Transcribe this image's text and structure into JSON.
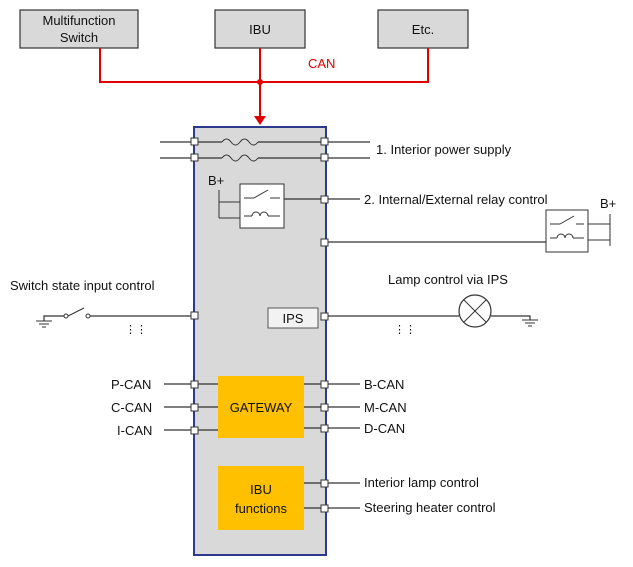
{
  "top_blocks": {
    "multifunction_line1": "Multifunction",
    "multifunction_line2": "Switch",
    "ibu": "IBU",
    "etc": "Etc."
  },
  "can_label": "CAN",
  "outputs": {
    "interior_power": "1. Interior power supply",
    "relay_control": "2. Internal/External relay control",
    "lamp_ips": "Lamp control via IPS",
    "switch_input": "Switch state input control",
    "b_plus": "B+"
  },
  "ips_label": "IPS",
  "gateway": {
    "label": "GATEWAY",
    "left": [
      "P-CAN",
      "C-CAN",
      "I-CAN"
    ],
    "right": [
      "B-CAN",
      "M-CAN",
      "D-CAN"
    ]
  },
  "ibu_functions": {
    "line1": "IBU",
    "line2": "functions",
    "outputs": [
      "Interior lamp control",
      "Steering heater control"
    ]
  },
  "colors": {
    "can_wire": "#e00000",
    "module_fill": "#d9d9d9",
    "module_border": "#2b3a8c",
    "block_fill": "#d9d9d9",
    "gateway_fill": "#ffc000"
  }
}
